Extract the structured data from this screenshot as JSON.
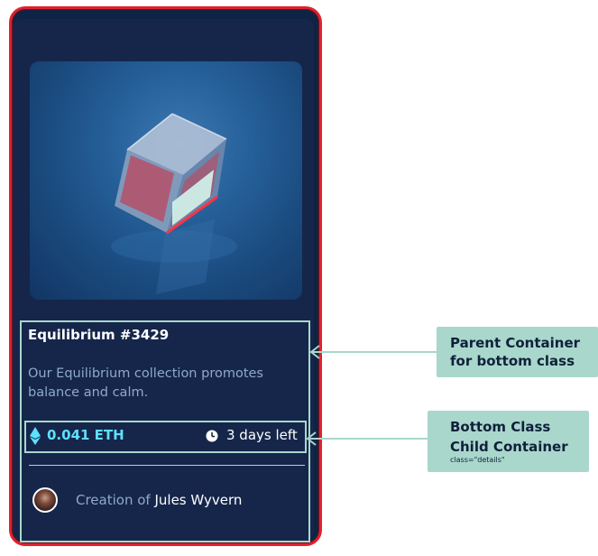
{
  "card": {
    "title": "Equilibrium #3429",
    "description": "Our Equilibrium collection promotes balance and calm.",
    "price": "0.041 ETH",
    "time_left": "3 days left",
    "creator_prefix": "Creation of",
    "creator_name": "Jules Wyvern"
  },
  "annotations": {
    "parent_label": "Parent Container for bottom class",
    "child_label_line1": "Bottom Class",
    "child_label_line2": "Child Container",
    "child_code": "class=\"details\""
  },
  "colors": {
    "card_background": "#15264a",
    "card_border": "#e2202d",
    "annotation": "#a9d7cc",
    "price_color": "#5ee0ff",
    "muted_text": "#8fa9c9"
  },
  "icons": [
    "ethereum-icon",
    "clock-icon",
    "avatar-image",
    "arrow-left-icon"
  ]
}
